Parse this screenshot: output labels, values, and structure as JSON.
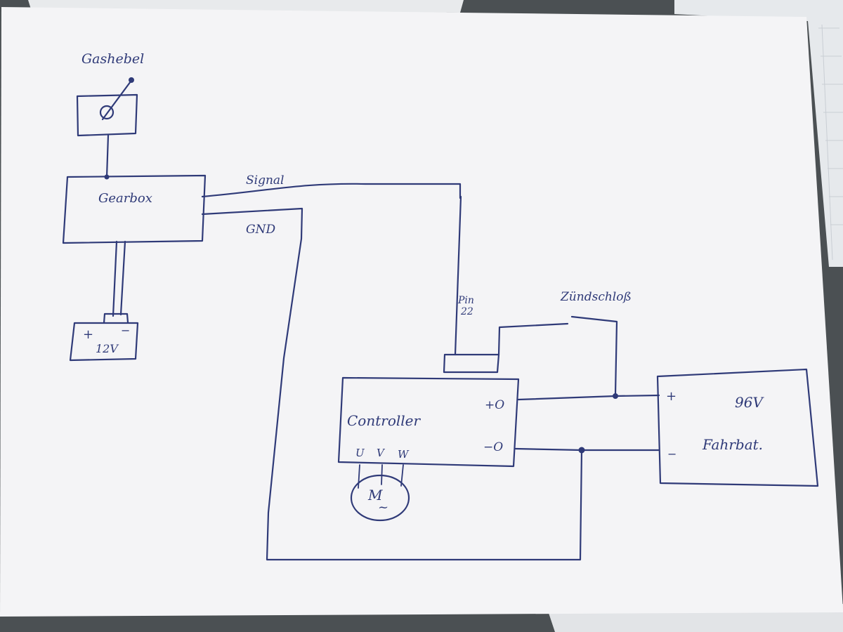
{
  "ink_color": "#2f3a78",
  "paper_color": "#f4f4f6",
  "labels": {
    "throttle": "Gashebel",
    "gearbox": "Gearbox",
    "signal": "Signal",
    "gnd": "GND",
    "battery_12v": "12V",
    "battery_12v_plus": "+",
    "battery_12v_minus": "−",
    "pin": "Pin",
    "pin_number": "22",
    "ignition": "Zündschloß",
    "controller": "Controller",
    "controller_plus": "+O",
    "controller_minus": "−O",
    "phase_u": "U",
    "phase_v": "V",
    "phase_w": "W",
    "motor": "M",
    "motor_ac": "~",
    "traction_voltage": "96V",
    "traction_battery": "Fahrbat.",
    "traction_plus": "+",
    "traction_minus": "−"
  }
}
